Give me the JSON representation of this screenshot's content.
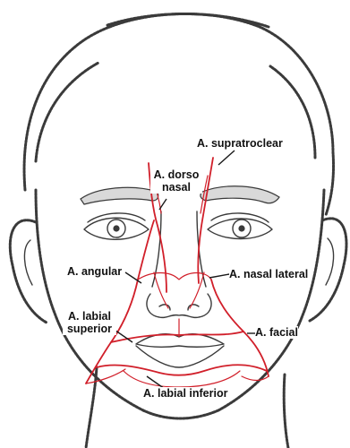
{
  "labels": {
    "supratroclear": "A. supratroclear",
    "dorso_line1": "A. dorso",
    "dorso_line2": "nasal",
    "angular": "A. angular",
    "nasal_lateral": "A. nasal lateral",
    "labial_superior_line1": "A. labial",
    "labial_superior_line2": "superior",
    "facial": "A. facial",
    "labial_inferior": "A. labial inferior"
  },
  "colors": {
    "artery": "#d11f2a",
    "outline": "#3a3a3a",
    "label_text": "#111111"
  }
}
